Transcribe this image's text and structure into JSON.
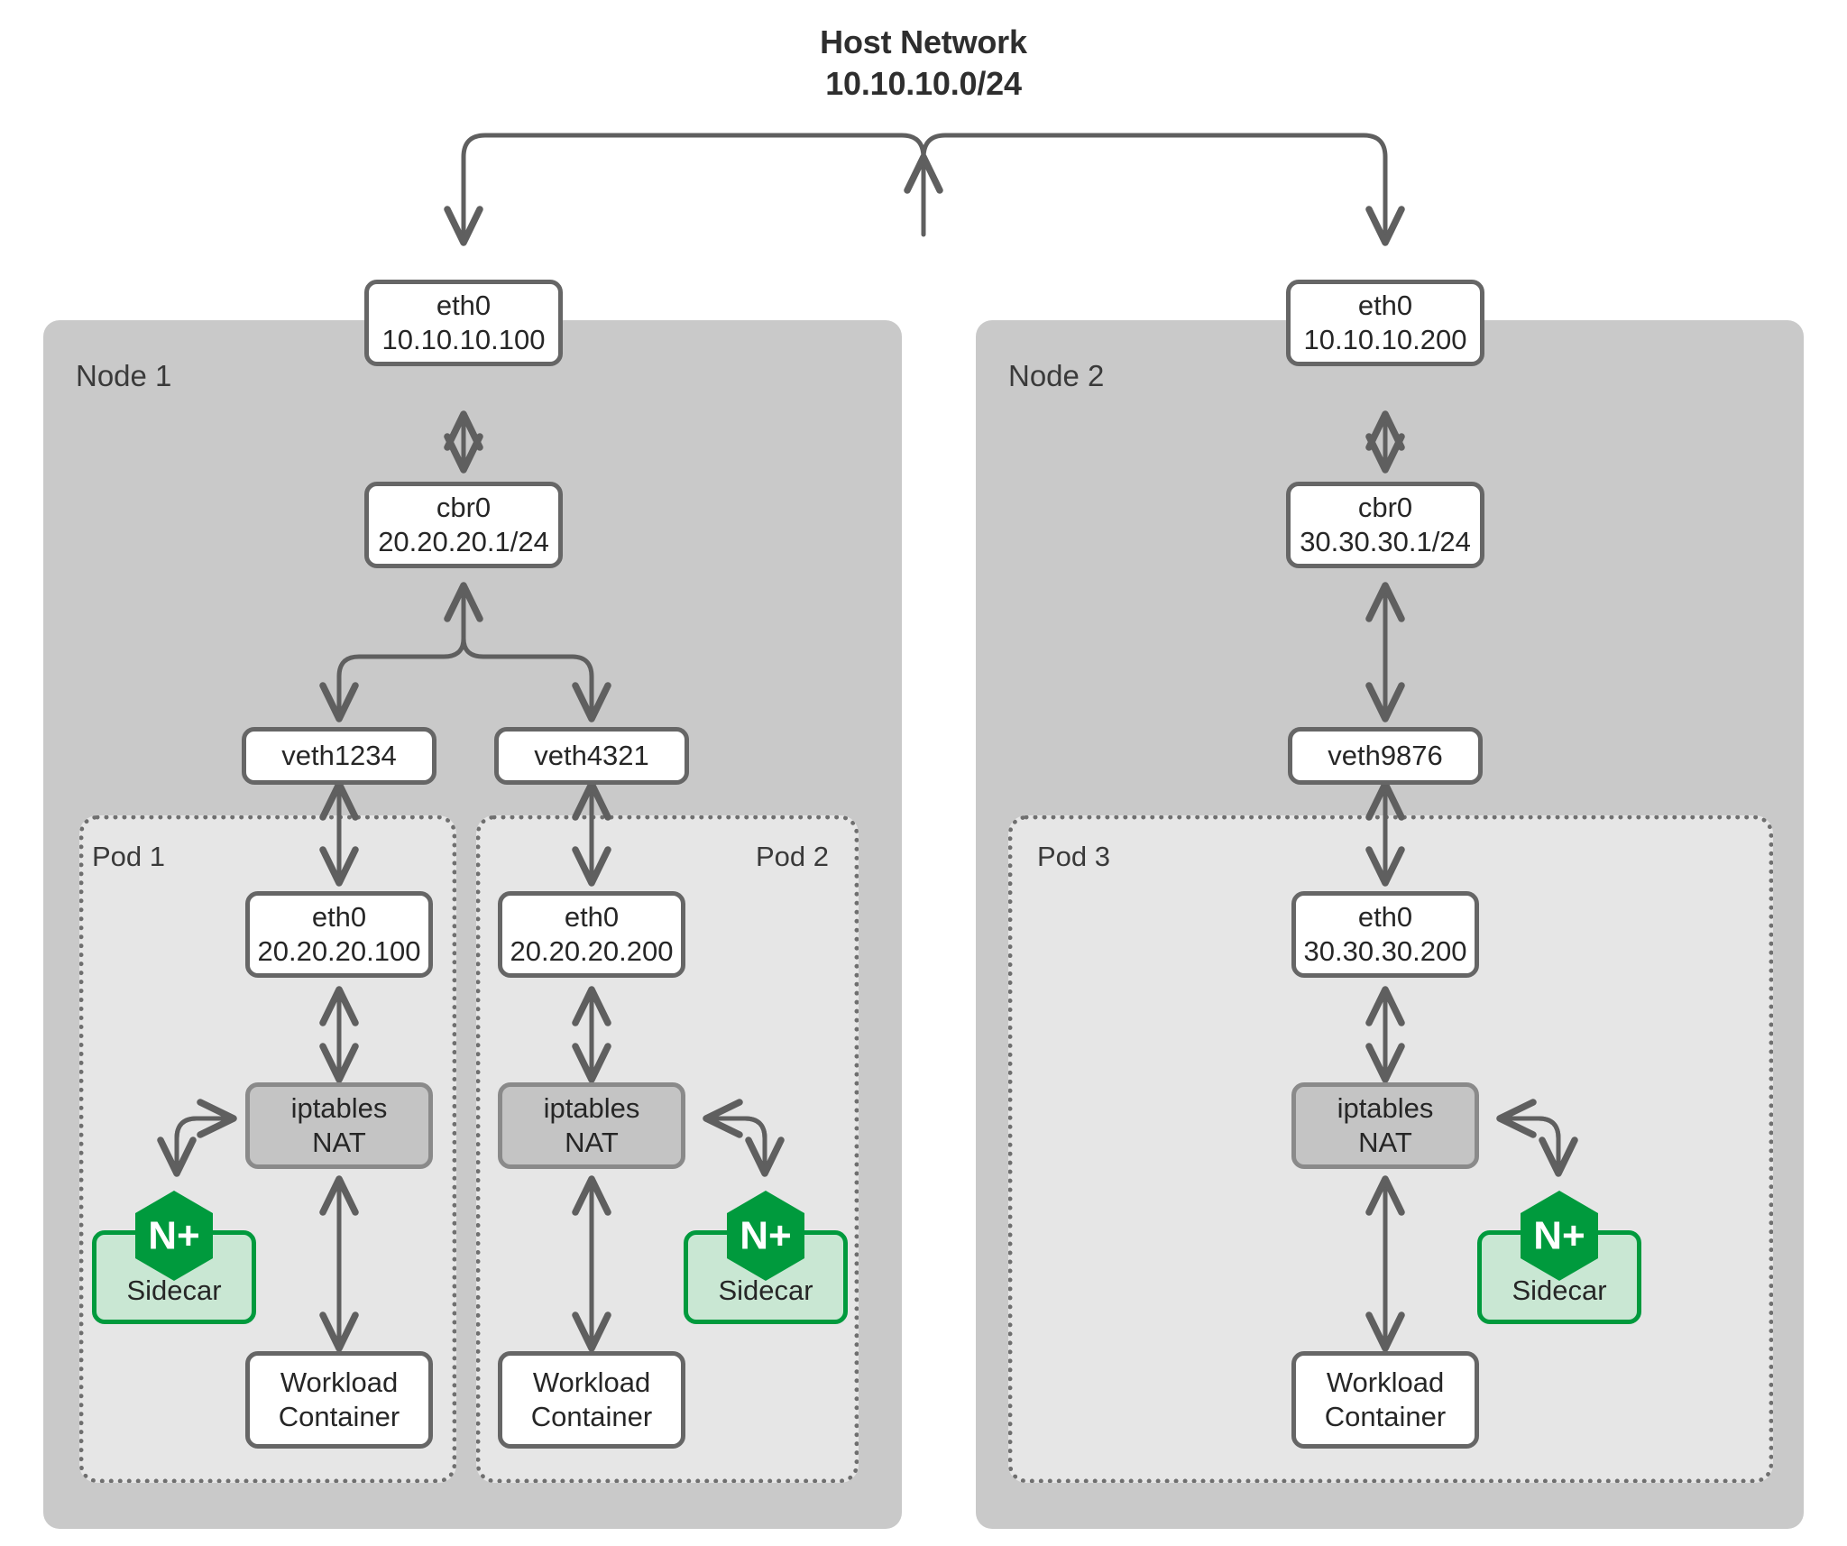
{
  "diagram": {
    "type": "network-topology",
    "title_line1": "Host Network",
    "title_line2": "10.10.10.0/24",
    "colors": {
      "node_fill": "#c9c9c9",
      "pod_fill": "#e6e6e6",
      "box_fill": "#ffffff",
      "box_border": "#666666",
      "nat_fill": "#c4c4c4",
      "sidecar_fill": "#c9e7d3",
      "sidecar_border": "#009a3d",
      "nginx_green": "#009a3d",
      "arrow": "#5f5f5f",
      "text": "#262626"
    }
  },
  "nodes": [
    {
      "label": "Node 1",
      "eth0": {
        "name": "eth0",
        "ip": "10.10.10.100"
      },
      "bridge": {
        "name": "cbr0",
        "ip": "20.20.20.1/24"
      },
      "veths": [
        "veth1234",
        "veth4321"
      ],
      "pods": [
        {
          "label": "Pod 1",
          "label_align": "left",
          "eth0": {
            "name": "eth0",
            "ip": "20.20.20.100"
          },
          "nat": {
            "line1": "iptables",
            "line2": "NAT"
          },
          "sidecar": {
            "label": "Sidecar",
            "logo": "nginx-plus-logo",
            "side": "left"
          },
          "workload": {
            "line1": "Workload",
            "line2": "Container"
          }
        },
        {
          "label": "Pod 2",
          "label_align": "right",
          "eth0": {
            "name": "eth0",
            "ip": "20.20.20.200"
          },
          "nat": {
            "line1": "iptables",
            "line2": "NAT"
          },
          "sidecar": {
            "label": "Sidecar",
            "logo": "nginx-plus-logo",
            "side": "right"
          },
          "workload": {
            "line1": "Workload",
            "line2": "Container"
          }
        }
      ]
    },
    {
      "label": "Node 2",
      "eth0": {
        "name": "eth0",
        "ip": "10.10.10.200"
      },
      "bridge": {
        "name": "cbr0",
        "ip": "30.30.30.1/24"
      },
      "veths": [
        "veth9876"
      ],
      "pods": [
        {
          "label": "Pod 3",
          "label_align": "left",
          "eth0": {
            "name": "eth0",
            "ip": "30.30.30.200"
          },
          "nat": {
            "line1": "iptables",
            "line2": "NAT"
          },
          "sidecar": {
            "label": "Sidecar",
            "logo": "nginx-plus-logo",
            "side": "right"
          },
          "workload": {
            "line1": "Workload",
            "line2": "Container"
          }
        }
      ]
    }
  ],
  "logo": {
    "text": "N+"
  }
}
